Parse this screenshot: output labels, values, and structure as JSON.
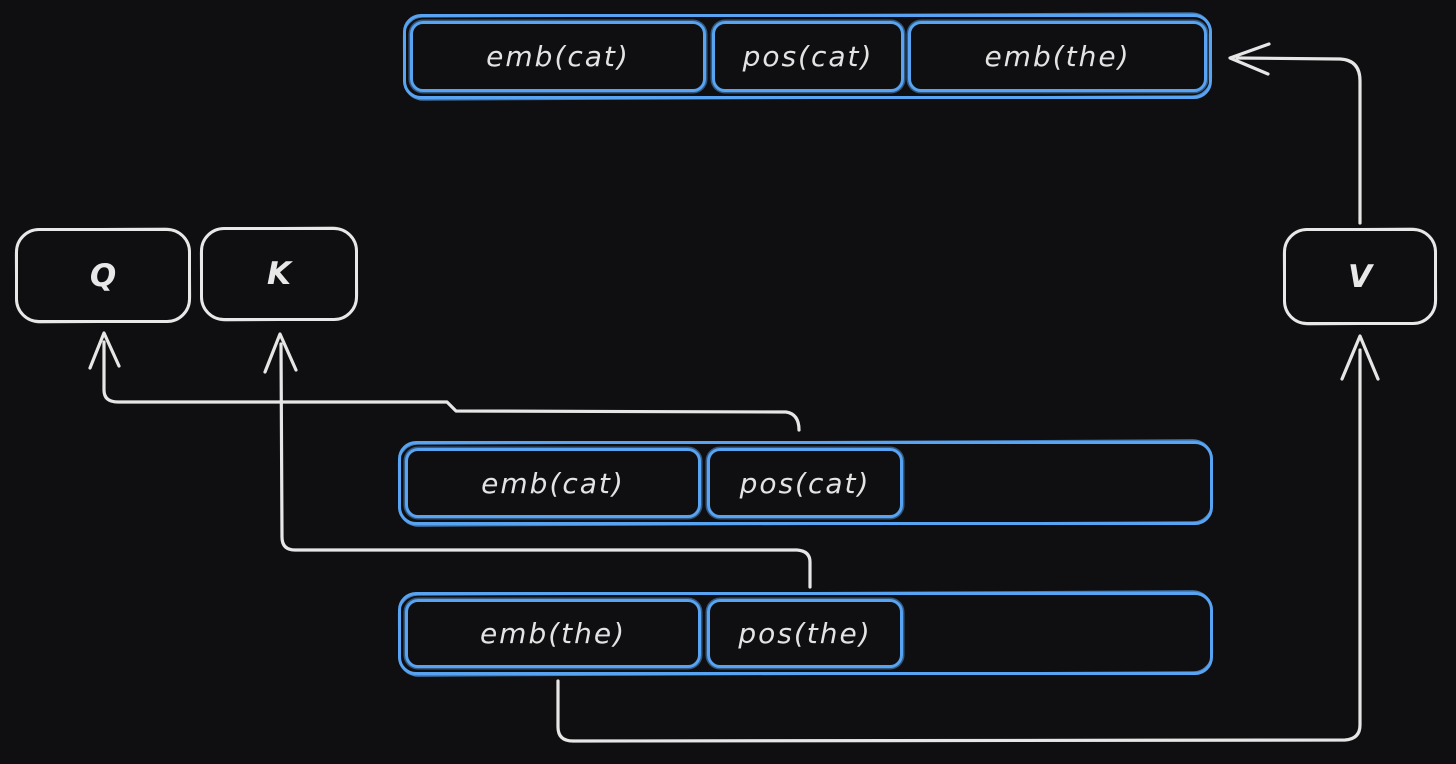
{
  "colors": {
    "background": "#0f0f11",
    "vector_blue": "#58a4f2",
    "stroke_white": "#e8e8e8",
    "text": "#e3e3e3"
  },
  "output_bar": {
    "segments": [
      {
        "label": "emb(cat)"
      },
      {
        "label": "pos(cat)"
      },
      {
        "label": "emb(the)"
      }
    ]
  },
  "nodes": {
    "q_label": "Q",
    "k_label": "K",
    "v_label": "V"
  },
  "cat_bar": {
    "segments": [
      {
        "label": "emb(cat)"
      },
      {
        "label": "pos(cat)"
      },
      {
        "label": ""
      }
    ]
  },
  "the_bar": {
    "segments": [
      {
        "label": "emb(the)"
      },
      {
        "label": "pos(the)"
      },
      {
        "label": ""
      }
    ]
  }
}
